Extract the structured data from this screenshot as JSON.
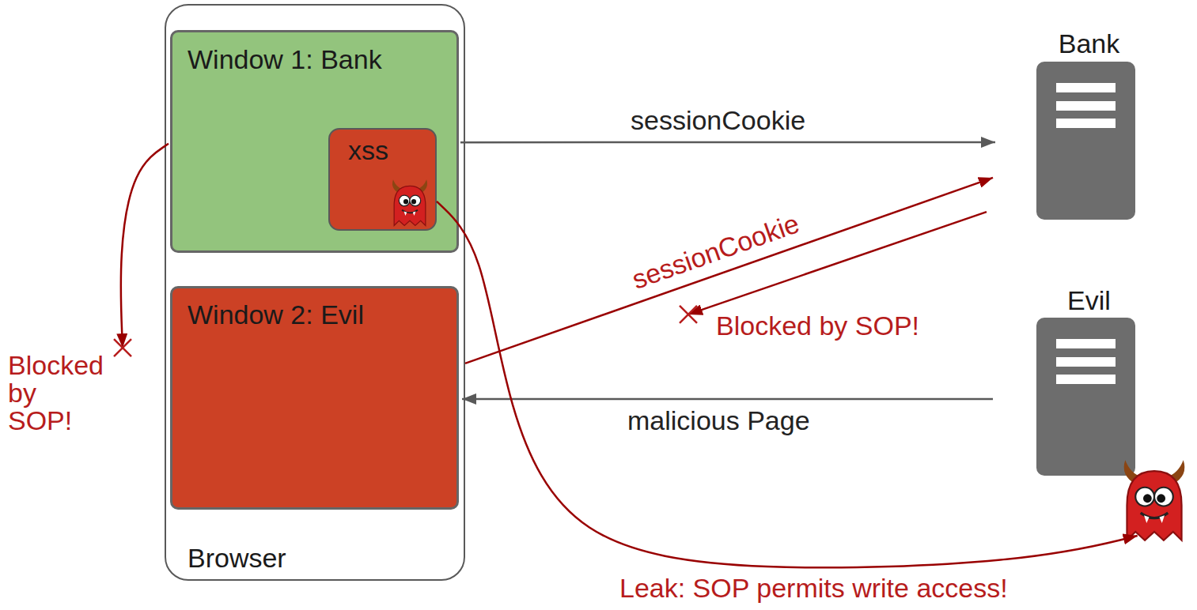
{
  "diagram": {
    "nodes": [
      {
        "text": [
          "Browser"
        ]
      },
      {
        "text": [
          "Window 1: Bank"
        ],
        "in": 0
      },
      {
        "text": [
          "xss"
        ],
        "in": 1
      },
      {
        "text": [
          "Window 2: Evil"
        ],
        "in": 0
      },
      {
        "text": [
          "Bank"
        ]
      },
      {
        "text": [
          "Evil"
        ]
      }
    ],
    "edges": [
      {
        "from": 1,
        "to": 4,
        "label": "sessionCookie",
        "arrow": "to"
      },
      {
        "from": 3,
        "to": 4,
        "label": "sessionCookie",
        "arrow": "to"
      },
      {
        "from": 4,
        "to": 3,
        "label": "Blocked by SOP!",
        "arrow": "to"
      },
      {
        "from": 5,
        "to": 3,
        "label": "malicious Page",
        "arrow": "to"
      },
      {
        "from": 1,
        "to": 3,
        "label": "Blocked by SOP!",
        "arrow": "to"
      },
      {
        "from": 2,
        "to": 5,
        "label": "Leak: SOP permits write access!",
        "arrow": "to"
      }
    ]
  }
}
